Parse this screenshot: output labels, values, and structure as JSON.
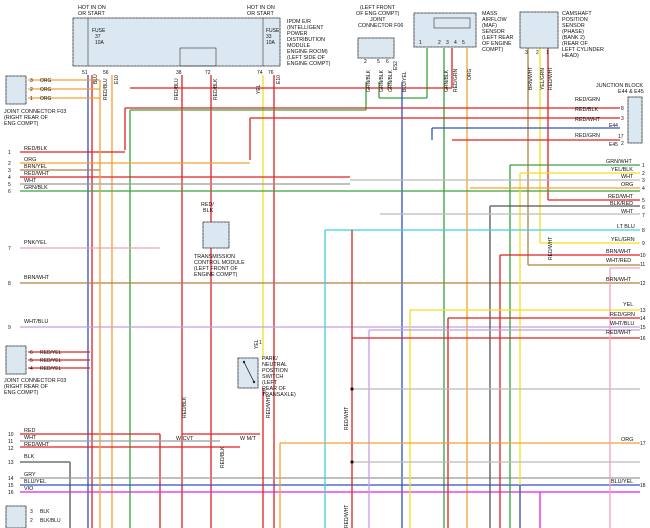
{
  "ipdm": {
    "hot1": [
      "HOT IN ON",
      "OR START"
    ],
    "hot2": [
      "HOT IN ON",
      "OR START"
    ],
    "fuse1": [
      "FUSE",
      "37",
      "10A"
    ],
    "fuse2": [
      "FUSE",
      "33",
      "10A"
    ],
    "desc": [
      "IPDM E/R",
      "(INTELLIGENT",
      "POWER",
      "DISTRIBUTION",
      "MODULE",
      "ENGINE ROOM)",
      "(LEFT SIDE OF",
      "ENGINE COMPT)"
    ],
    "pins": [
      "51",
      "56",
      "38",
      "72",
      "74",
      "76"
    ],
    "wires": [
      "BLU",
      "RED/BLU",
      "E10",
      "RED/BLU",
      "RED/BLK",
      "YEL",
      "E10"
    ]
  },
  "jcf06": {
    "desc": [
      "(LEFT FRONT",
      "OF ENG COMPT)",
      "JOINT",
      "CONNECTOR F06"
    ],
    "pins": [
      "2",
      "5",
      "6"
    ],
    "wires": [
      "GRN/BLK",
      "GRN/BLK",
      "GRN/BLK",
      "BLU/YEL",
      "E52"
    ]
  },
  "maf": {
    "desc": [
      "MASS",
      "AIRFLOW",
      "(MAF)",
      "SENSOR",
      "(LEFT REAR",
      "OF ENGINE",
      "COMPT)"
    ],
    "pins": [
      "1",
      "2",
      "3",
      "4",
      "5"
    ],
    "wires": [
      "GRN/BLK",
      "RED/GRN",
      "ORG"
    ]
  },
  "cam": {
    "desc": [
      "CAMSHAFT",
      "POSITION",
      "SENSOR",
      "(PHASE)",
      "(BANK 2)",
      "(REAR OF",
      "LEFT CYLINDER",
      "HEAD)"
    ],
    "pins": [
      "3",
      "2",
      "1"
    ],
    "wires": [
      "BRN/WHT",
      "YEL/GRN",
      "RED/WHT"
    ]
  },
  "jblock": {
    "title": "JUNCTION BLOCK",
    "sub": "E44 & E45",
    "pins": [
      "8",
      "3",
      "17",
      "2"
    ],
    "wires": [
      "RED/GRN",
      "RED/BLK",
      "RED/WHT",
      "RED/GRN"
    ],
    "conn": [
      "E44",
      "E45"
    ]
  },
  "jcf03a": {
    "pins": [
      "3",
      "2",
      "1"
    ],
    "wires": [
      "ORG",
      "ORG",
      "ORG"
    ],
    "desc": [
      "JOINT CONNECTOR F03",
      "(RIGHT REAR OF",
      "ENG COMPT)"
    ]
  },
  "jcf03b": {
    "pins": [
      "6",
      "5",
      "4"
    ],
    "wires": [
      "RED/YEL",
      "RED/YEL",
      "RED/YEL"
    ],
    "desc": [
      "JOINT CONNECTOR F03",
      "(RIGHT REAR OF",
      "ENG COMPT)"
    ]
  },
  "jcbot": {
    "pins": [
      "3",
      "2"
    ],
    "wires": [
      "BLK",
      "BLK/BLU"
    ]
  },
  "left_rows": [
    {
      "n": "1",
      "w": "RED/BLK"
    },
    {
      "n": "2",
      "w": "ORG"
    },
    {
      "n": "3",
      "w": "BRN/YEL"
    },
    {
      "n": "4",
      "w": "RED/WHT"
    },
    {
      "n": "5",
      "w": "WHT"
    },
    {
      "n": "6",
      "w": "GRN/BLK"
    },
    {
      "n": "7",
      "w": "PNK/YEL"
    },
    {
      "n": "8",
      "w": "BRN/WHT"
    },
    {
      "n": "9",
      "w": "WHT/BLU"
    },
    {
      "n": "10",
      "w": "RED"
    },
    {
      "n": "11",
      "w": "WHT"
    },
    {
      "n": "12",
      "w": "RED/WHT"
    },
    {
      "n": "13",
      "w": "BLK"
    },
    {
      "n": "14",
      "w": "GRY"
    },
    {
      "n": "15",
      "w": "BLU/YEL"
    },
    {
      "n": "16",
      "w": "VIO"
    }
  ],
  "right_rows": [
    {
      "n": "1",
      "w": "GRN/WHT"
    },
    {
      "n": "2",
      "w": "YEL/BLK"
    },
    {
      "n": "3",
      "w": "WHT"
    },
    {
      "n": "4",
      "w": "ORG"
    },
    {
      "n": "5",
      "w": "RED/WHT"
    },
    {
      "n": "6",
      "w": "BLK/RED"
    },
    {
      "n": "7",
      "w": "WHT"
    },
    {
      "n": "8",
      "w": "LT BLU"
    },
    {
      "n": "9",
      "w": "YEL/GRN"
    },
    {
      "n": "10",
      "w": "BRN/WHT"
    },
    {
      "n": "11",
      "w": "WHT/RED"
    },
    {
      "n": "12",
      "w": "BRN/WHT"
    },
    {
      "n": "13",
      "w": "YEL"
    },
    {
      "n": "14",
      "w": "RED/GRN"
    },
    {
      "n": "15",
      "w": "WHT/BLU"
    },
    {
      "n": "16",
      "w": "RED/WHT"
    },
    {
      "n": "17",
      "w": "ORG"
    },
    {
      "n": "18",
      "w": "BLU/YEL"
    }
  ],
  "tcm": {
    "wire": [
      "RED/",
      "BLK"
    ],
    "desc": [
      "TRANSMISSION",
      "CONTROL MODULE",
      "(LEFT FRONT OF",
      "ENGINE COMPT)"
    ]
  },
  "pnp": {
    "pins": [
      "1",
      "2"
    ],
    "wires": [
      "YEL",
      "RED/WHT"
    ],
    "desc": [
      "PARK/",
      "NEUTRAL",
      "POSITION",
      "SWITCH",
      "(LEFT",
      "REAR OF",
      "TRANSAXLE)"
    ]
  },
  "misc": {
    "cvt": "W CVT",
    "wmt": "W M/T",
    "redblk_v": "RED/BLK",
    "redblk_v2": "RED/BLK",
    "redwht_v": "RED/WHT",
    "redwht_v2": "RED/WHT",
    "redwht_v3": "RED/WHT"
  },
  "colors": {
    "red": "#e02020",
    "orange": "#f5a030",
    "yellow": "#f0e020",
    "green": "#3aa03a",
    "blue": "#3050c0",
    "cyan": "#40d0e0",
    "magenta": "#e020e0",
    "grey": "#9a9a9a",
    "purple": "#7030a0",
    "brown": "#b08040",
    "pink": "#f0a0c0"
  }
}
